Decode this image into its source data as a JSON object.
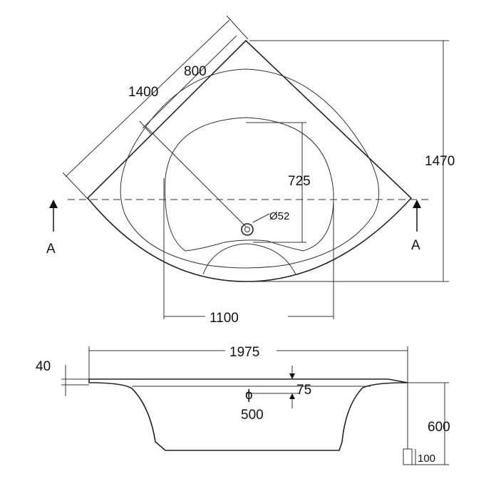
{
  "plan_view": {
    "dim_side": "1400",
    "dim_inner": "800",
    "dim_height": "1470",
    "dim_depth": "725",
    "dim_drain": "Ø52",
    "dim_width": "1100",
    "section_left": "A",
    "section_right": "A"
  },
  "section_view": {
    "dim_total": "1975",
    "dim_rim": "40",
    "dim_drop": "75",
    "dim_bottom": "500",
    "dim_height": "600",
    "dim_foot": "100"
  }
}
